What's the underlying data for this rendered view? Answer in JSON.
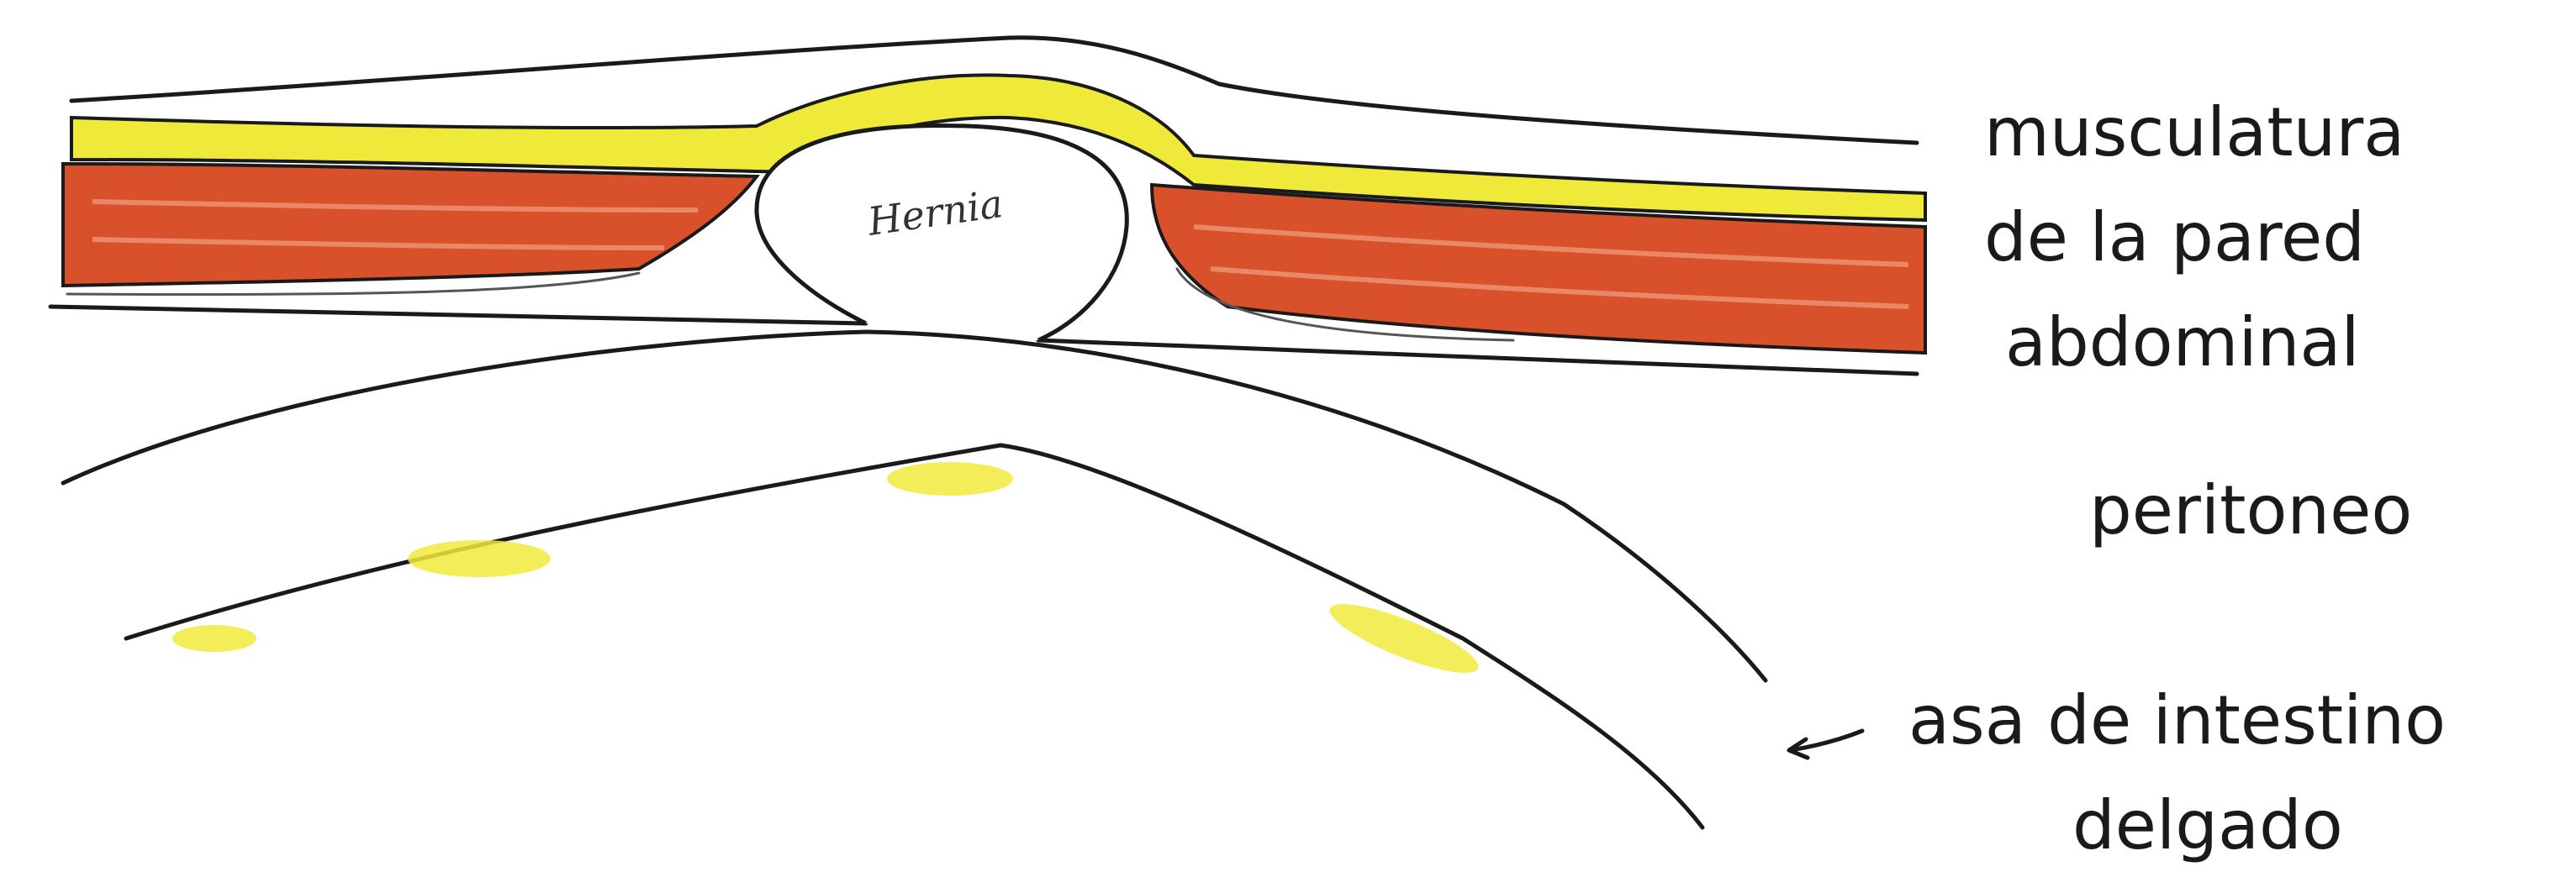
{
  "hernia_label": "Hernia",
  "labels": {
    "muscle_line1": "musculatura",
    "muscle_line2": "de la pared",
    "muscle_line3": "abdominal",
    "peritoneum": "peritoneo",
    "intestine_line1": "asa de intestino",
    "intestine_line2": "delgado"
  },
  "colors": {
    "muscle_red": "#d9512b",
    "muscle_red_light": "#e8765a",
    "fat_yellow": "#efea3a",
    "intestine_yellow": "#f1ea3c",
    "ink": "#1a1a1a"
  }
}
